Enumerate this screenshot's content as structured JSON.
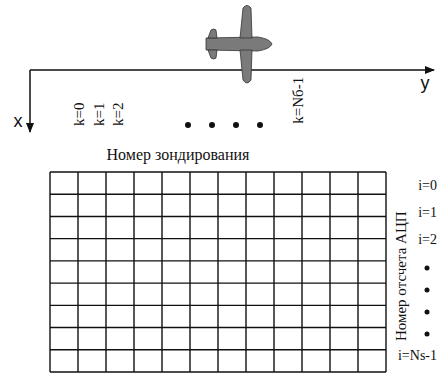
{
  "diagram": {
    "labels": [
      "y",
      "x",
      "k=0",
      "k=1",
      "k=2",
      "k=Nб-1",
      "Номер зондирования",
      "Номер отсчета АЦП",
      "i=0",
      "i=1",
      "i=2",
      "i=Ns-1"
    ]
  }
}
